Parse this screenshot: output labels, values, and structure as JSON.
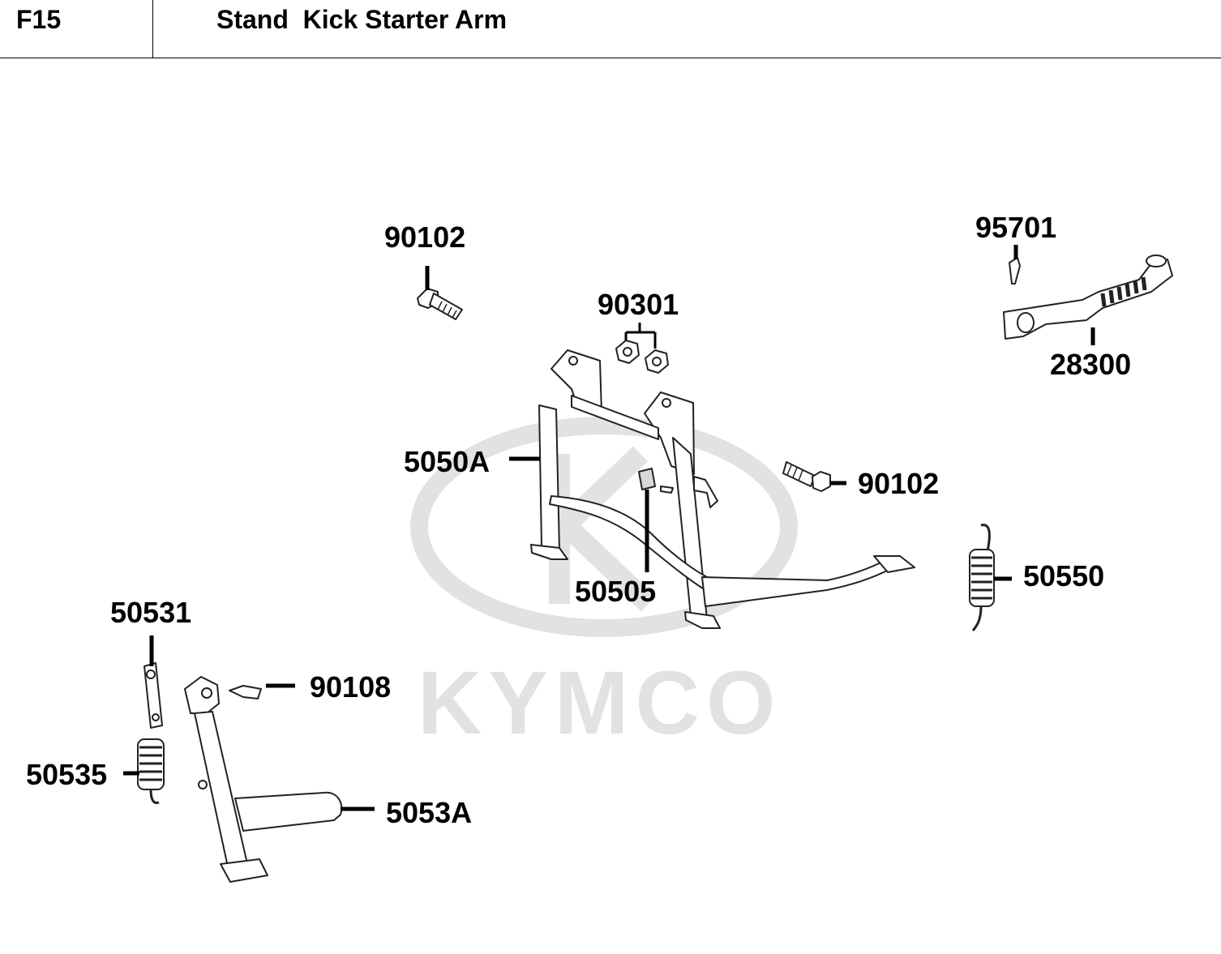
{
  "header": {
    "code": "F15",
    "title": "Stand  Kick Starter Arm"
  },
  "watermark": {
    "text": "KYMCO"
  },
  "callouts": {
    "bolt_upper": "90102",
    "kick_bolt": "95701",
    "nuts": "90301",
    "kick_arm": "28300",
    "main_stand": "5050A",
    "bolt_right": "90102",
    "stopper": "50505",
    "main_spring": "50550",
    "side_plate": "50531",
    "side_bolt": "90108",
    "side_spring": "50535",
    "side_stand": "5053A"
  },
  "colors": {
    "watermark": "#e2e2e2",
    "line": "#000000"
  }
}
